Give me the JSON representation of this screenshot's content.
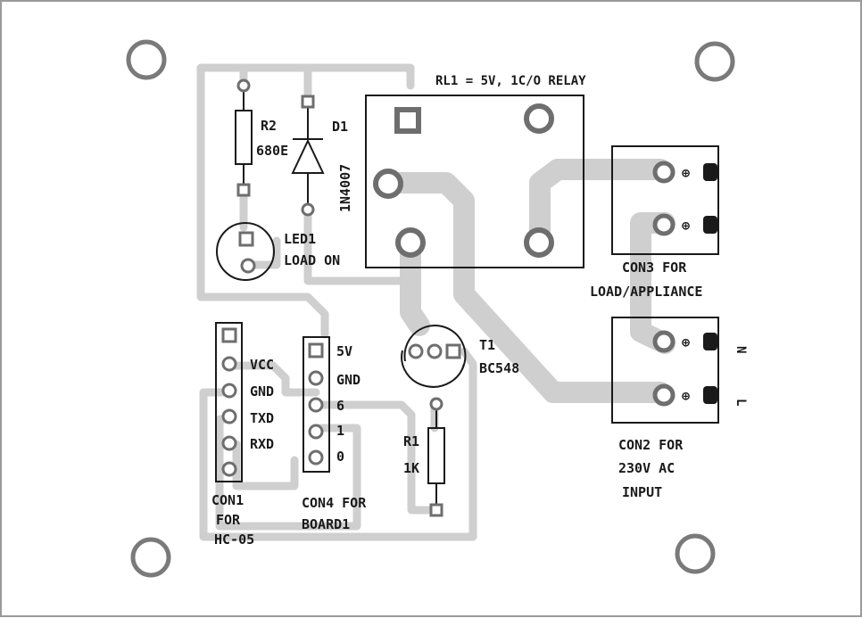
{
  "relay": {
    "label": "RL1 = 5V, 1C/O RELAY"
  },
  "r2": {
    "ref": "R2",
    "value": "680E"
  },
  "d1": {
    "ref": "D1",
    "value": "1N4007"
  },
  "led1": {
    "ref": "LED1",
    "value": "LOAD ON"
  },
  "t1": {
    "ref": "T1",
    "value": "BC548"
  },
  "r1": {
    "ref": "R1",
    "value": "1K"
  },
  "con1": {
    "pins": [
      "VCC",
      "GND",
      "TXD",
      "RXD"
    ],
    "caption": [
      "CON1",
      "FOR",
      "HC-05"
    ]
  },
  "con4": {
    "pins": [
      "5V",
      "GND",
      "6",
      "1",
      "0"
    ],
    "caption": [
      "CON4 FOR",
      "BOARD1"
    ]
  },
  "con3": {
    "caption": [
      "CON3  FOR",
      "LOAD/APPLIANCE"
    ]
  },
  "con2": {
    "caption": [
      "CON2  FOR",
      "230V AC",
      "INPUT"
    ],
    "pins": [
      "N",
      "L"
    ]
  },
  "colors": {
    "trace": "#cfcfcf",
    "pad": "#6e6e6e",
    "outline": "#1a1a1a"
  }
}
